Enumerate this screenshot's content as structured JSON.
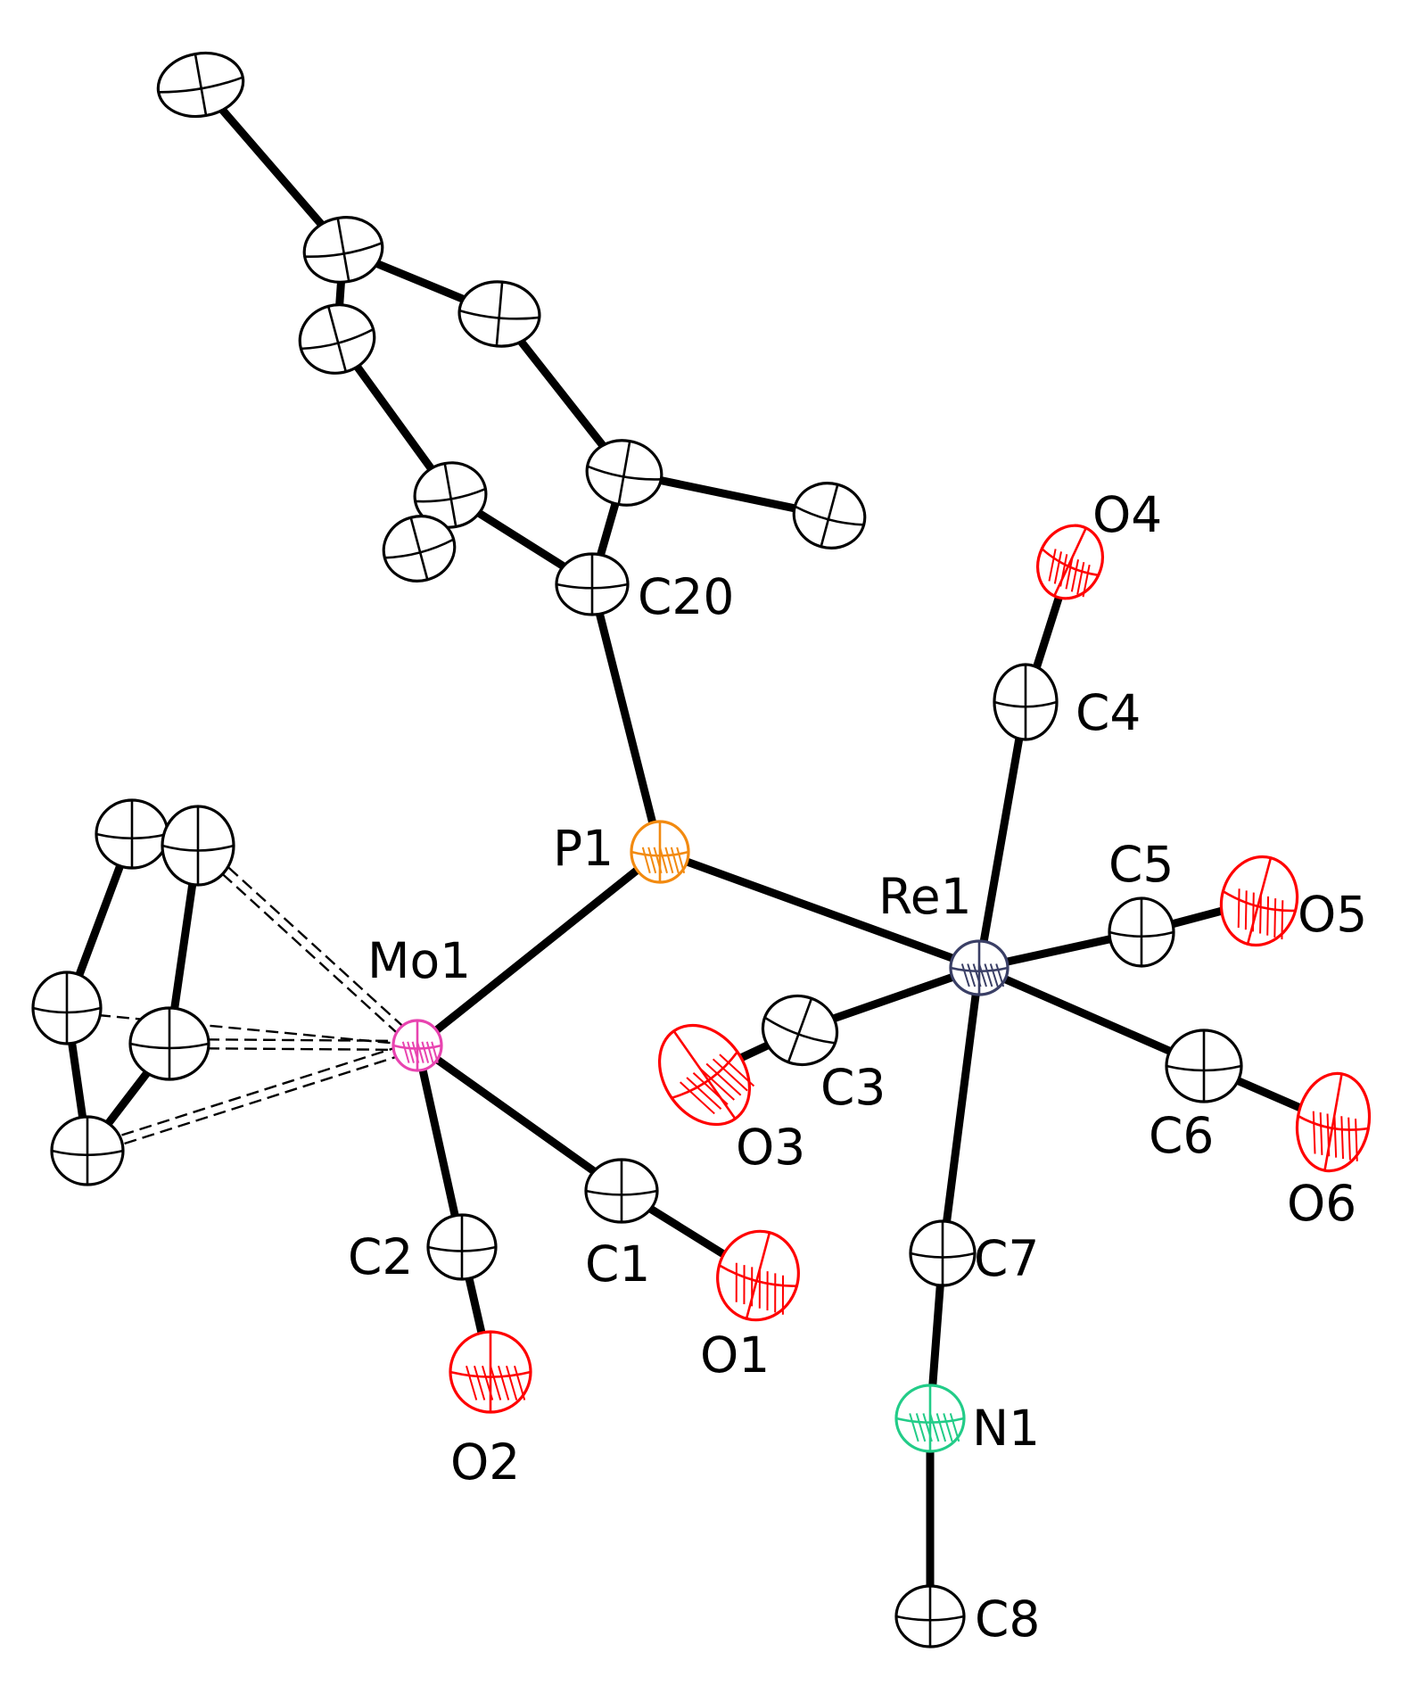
{
  "colors": {
    "carbon": "#000000",
    "oxygen": "#ff0000",
    "nitrogen": "#22cc88",
    "phosphorus": "#f28a10",
    "molybdenum": "#e844b0",
    "rhenium": "#3a3f66"
  },
  "labels": {
    "C20": "C20",
    "O4": "O4",
    "C4": "C4",
    "P1": "P1",
    "C5": "C5",
    "Re1": "Re1",
    "O5": "O5",
    "Mo1": "Mo1",
    "C3": "C3",
    "O3": "O3",
    "C6": "C6",
    "O6": "O6",
    "C2": "C2",
    "C1": "C1",
    "C7": "C7",
    "O1": "O1",
    "N1": "N1",
    "O2": "O2",
    "C8": "C8"
  }
}
